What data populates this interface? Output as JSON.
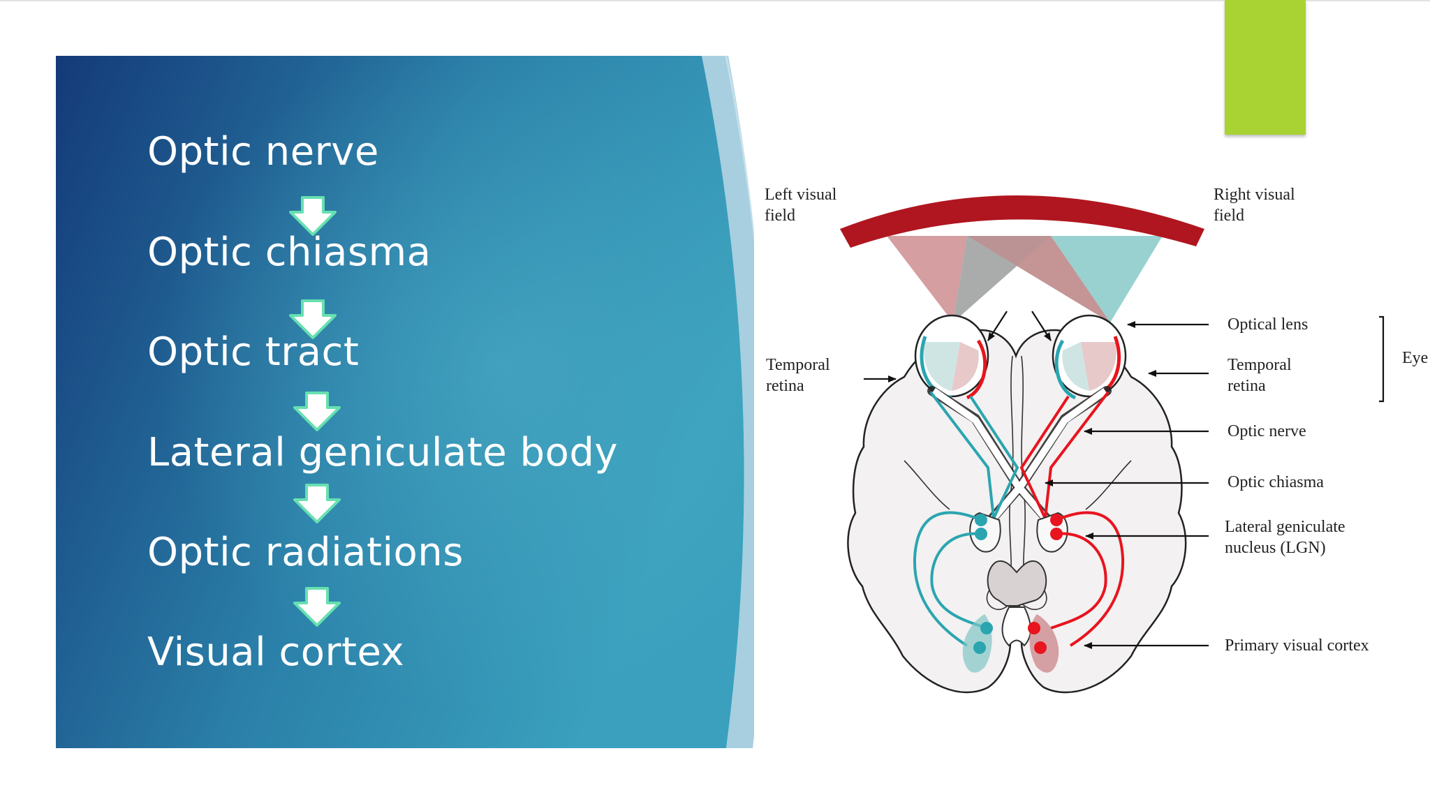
{
  "slide": {
    "accent_color": "#a8d332",
    "panel_gradient": [
      "#143a78",
      "#2a7fa8",
      "#3aa0bd"
    ],
    "arrow_color": "#66e0b0"
  },
  "flow": {
    "steps": [
      "Optic nerve",
      "Optic chiasma",
      "Optic tract",
      "Lateral geniculate body",
      "Optic radiations",
      "Visual cortex"
    ],
    "arrow_icon": "down-arrow-icon"
  },
  "diagram": {
    "labels": {
      "left_visual_field": "Left visual\nfield",
      "right_visual_field": "Right visual\nfield",
      "temporal_retina_left": "Temporal\nretina",
      "optical_lens": "Optical lens",
      "temporal_retina_right": "Temporal\nretina",
      "eye": "Eye",
      "optic_nerve": "Optic nerve",
      "optic_chiasma": "Optic chiasma",
      "lgn": "Lateral geniculate\nnucleus (LGN)",
      "primary_visual_cortex": "Primary visual cortex"
    },
    "colors": {
      "field_arc": "#b0161f",
      "left_pathway": "#2aa5b0",
      "right_pathway": "#e8141e",
      "brain_fill": "#f3f1f1"
    }
  }
}
